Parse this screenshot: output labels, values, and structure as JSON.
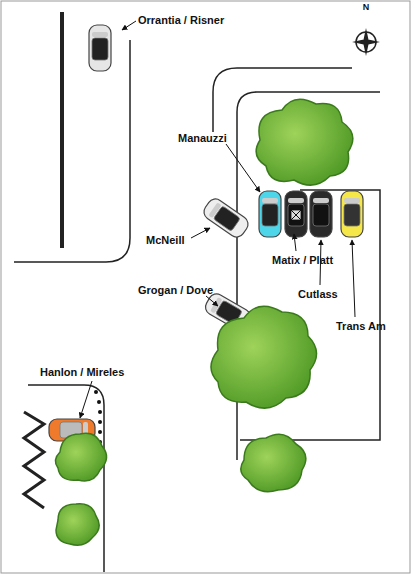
{
  "diagram": {
    "labels": [
      "Orrantia / Risner",
      "Manauzzi",
      "McNeill",
      "Grogan / Dove",
      "Matix / Platt",
      "Cutlass",
      "Trans Am",
      "Hanlon / Mireles",
      "N"
    ]
  }
}
